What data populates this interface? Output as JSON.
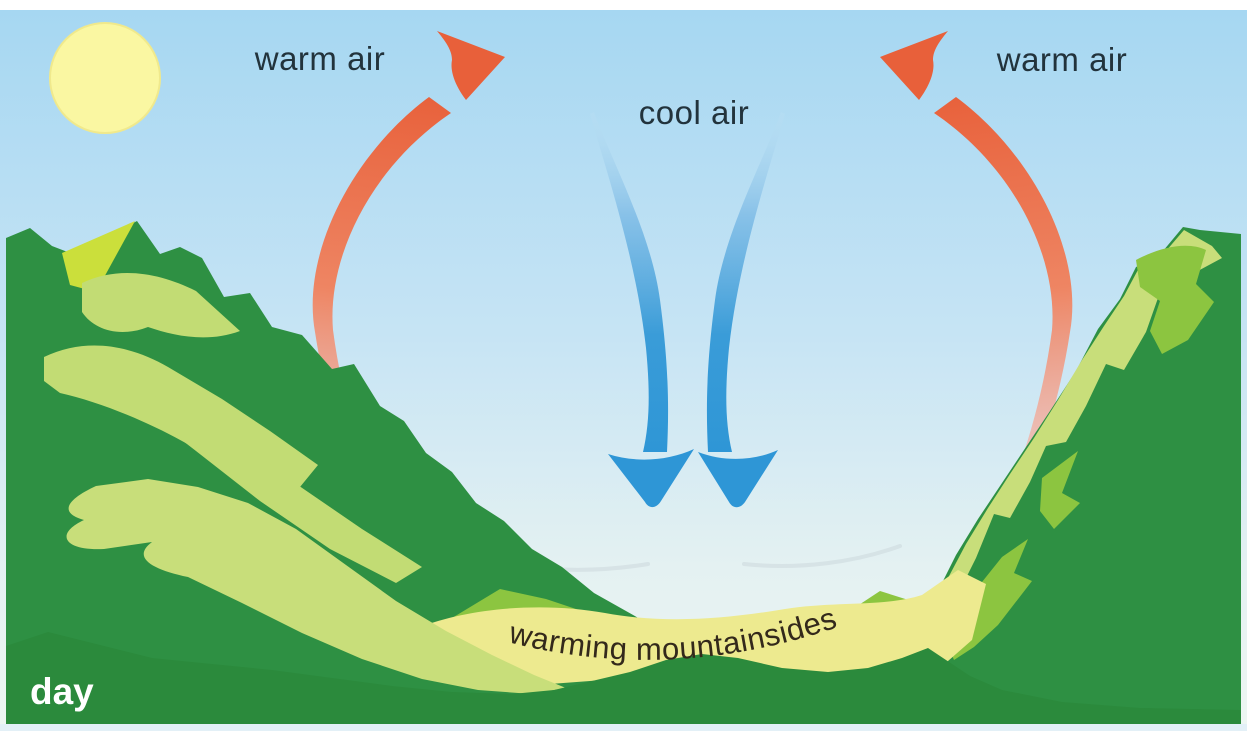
{
  "diagram": {
    "name": "mountain-valley-breeze-day-diagram",
    "labels": {
      "warm_air_left": "warm air",
      "warm_air_right": "warm air",
      "cool_air": "cool air",
      "warming_mountainsides": "warming mountainsides",
      "time_of_day": "day"
    },
    "icons": {
      "sun": "sun-icon",
      "warm_air_arrow": "curved-up-arrow-icon",
      "cool_air_arrow": "down-arrow-icon"
    },
    "colors": {
      "sky_top": "#A6D7F2",
      "sky_bottom": "#EDF6F2",
      "sun": "#FAF7A2",
      "sun_edge": "#F0E98C",
      "warm_arrow": "#E8603A",
      "cool_arrow": "#2E96D6",
      "mountain_dark_green": "#2E9043",
      "foreground_dark_green": "#2B8A3C",
      "mountain_medium_green": "#8CC540",
      "mountain_light_green": "#C2DC74",
      "slope_light_green": "#C8DE7A",
      "valley_pale_yellow": "#EDEA8F",
      "peak_chartreuse": "#CBDF3B",
      "air_label_text": "#22333C",
      "valley_label_text": "#33291B",
      "day_label_text": "#FFFFFF",
      "bottom_strip": "#E3F0F7"
    }
  }
}
